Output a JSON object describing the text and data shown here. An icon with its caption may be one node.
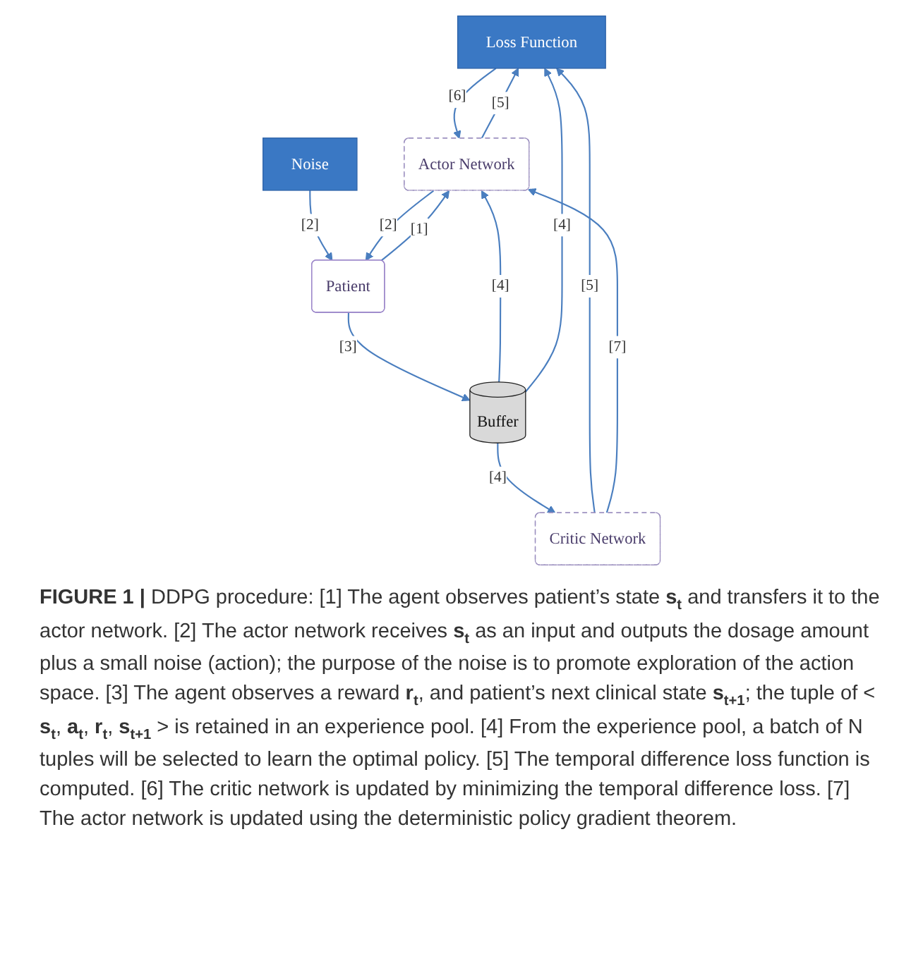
{
  "diagram": {
    "caption": "**FIGURE 1 |** DDPG procedure: [1] The agent observes patient’s state **s$_{t}$** and transfers it to the actor network. [2] The actor network receives **s$_{t}$** as an input and outputs the dosage amount plus a small noise (action); the purpose of the noise is to promote exploration of the action space. [3] The agent observes a reward **r$_{t}$**, and patient’s next clinical state **s$_{t+1}$**; the tuple of < **s$_{t}$**, **a$_{t}$**, **r$_{t}$**, **s$_{t+1}$** > is retained in an experience pool. [4] From the experience pool, a batch of N tuples will be selected to learn the optimal policy. [5] The temporal difference loss function is computed. [6] The critic network is updated by minimizing the temporal difference loss. [7] The actor network is updated using the deterministic policy gradient theorem.",
    "nodes": [
      {
        "text": [
          "Loss Function"
        ]
      },
      {
        "text": [
          "Noise"
        ]
      },
      {
        "text": [
          "Critic Network"
        ]
      },
      {
        "text": [
          "Actor Network"
        ]
      },
      {
        "text": [
          "Patient"
        ]
      },
      {
        "text": [
          "Buffer"
        ]
      }
    ],
    "edges": [
      {
        "from": 2,
        "to": 0,
        "arrow": "to",
        "label": "[5]"
      },
      {
        "from": 0,
        "to": 3,
        "arrow": "to",
        "label": "[6]"
      },
      {
        "from": 3,
        "to": 0,
        "arrow": "to",
        "label": "[5]"
      },
      {
        "from": 1,
        "to": 4,
        "arrow": "to",
        "label": "[2]"
      },
      {
        "from": 3,
        "to": 4,
        "arrow": "to",
        "label": "[2]"
      },
      {
        "from": 2,
        "to": 3,
        "arrow": "to",
        "label": "[7]"
      },
      {
        "from": 4,
        "to": 3,
        "arrow": "to",
        "label": "[1]"
      },
      {
        "from": 4,
        "to": 5,
        "arrow": "to",
        "label": "[3]"
      },
      {
        "from": 5,
        "to": 2,
        "arrow": "to",
        "label": "[4]"
      },
      {
        "from": 5,
        "to": 3,
        "arrow": "to",
        "label": "[4]"
      },
      {
        "from": 5,
        "to": 0,
        "arrow": "to",
        "label": "[4]"
      }
    ]
  }
}
